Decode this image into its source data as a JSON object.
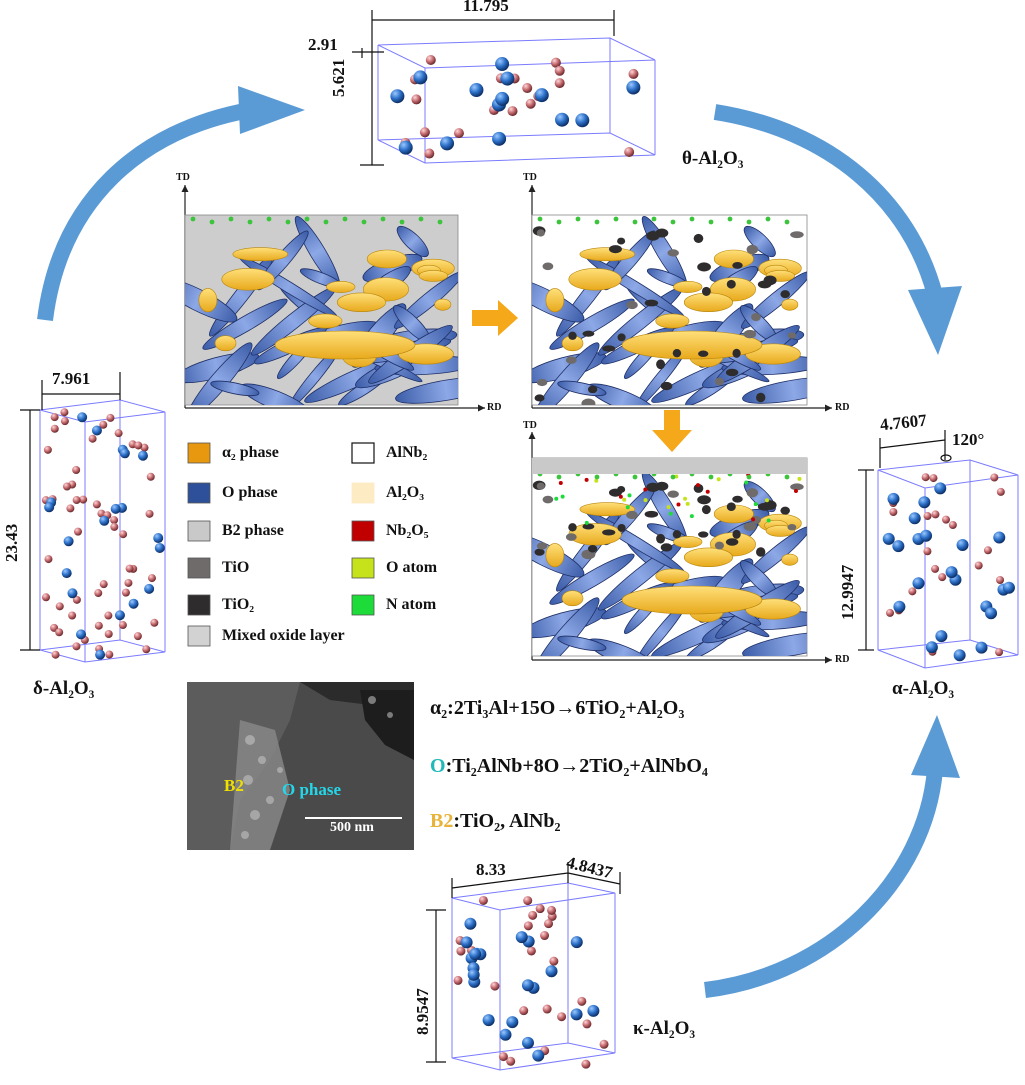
{
  "phases": {
    "theta": {
      "label": "θ-Al₂O₃",
      "dims": [
        "11.795",
        "2.91",
        "5.621"
      ]
    },
    "delta": {
      "label": "δ-Al₂O₃",
      "dims": [
        "7.961",
        "23.43"
      ]
    },
    "alpha": {
      "label": "α-Al₂O₃",
      "dims": [
        "4.7607",
        "120°",
        "12.9947"
      ]
    },
    "kappa": {
      "label": "κ-Al₂O₃",
      "dims": [
        "8.33",
        "4.8437",
        "8.9547"
      ]
    }
  },
  "axes": {
    "td": "TD",
    "rd": "RD"
  },
  "legend": {
    "left": [
      {
        "label": "α₂ phase",
        "color": "#E8980E"
      },
      {
        "label": "O phase",
        "color": "#2E4F9A"
      },
      {
        "label": "B2 phase",
        "color": "#C9C9C9"
      },
      {
        "label": "TiO",
        "color": "#6F6B6B"
      },
      {
        "label": "TiO₂",
        "color": "#2E2C2C"
      },
      {
        "label": "Mixed oxide layer",
        "color": "#D2D2D2"
      }
    ],
    "right": [
      {
        "label": "AlNb₂",
        "color": "#FFFFFF"
      },
      {
        "label": "Al₂O₃",
        "color": "#FDEBC4"
      },
      {
        "label": "Nb₂O₅",
        "color": "#C00000"
      },
      {
        "label": "O atom",
        "color": "#C6E21A"
      },
      {
        "label": "N atom",
        "color": "#1DDC3A"
      }
    ]
  },
  "sem": {
    "b2_label": "B2",
    "ophase_label": "O phase",
    "scale_label": "500 nm"
  },
  "equations": {
    "a2_prefix": "α₂",
    "a2_body": ":2Ti₃Al+15O→6TiO₂+Al₂O₃",
    "o_prefix": "O",
    "o_body": ":Ti₂AlNb+8O→2TiO₂+AlNbO₄",
    "b2_prefix": "B2",
    "b2_body": ":TiO₂, AlNb₂"
  },
  "colors": {
    "cycle_arrow": "#5B9BD5",
    "process_arrow": "#F5A81A",
    "alpha2_phase": "#F5C542",
    "o_phase": "#5F7FC6",
    "b2_bg": "#CDCDCD",
    "al_atom": "#2B6FC7",
    "o_atom_sphere": "#C46A6E",
    "o_eq_prefix": "#20B9B9",
    "b2_eq_prefix": "#E8B33A"
  }
}
